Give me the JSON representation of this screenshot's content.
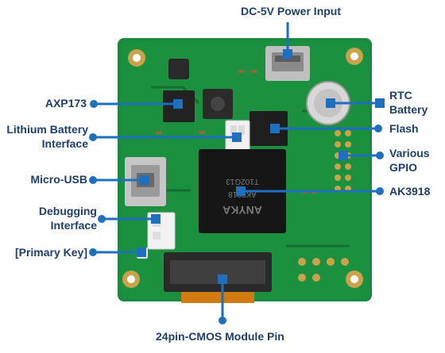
{
  "title": "",
  "labels": {
    "dc_power": "DC-5V Power Input",
    "axp173": "AXP173",
    "lithium_line1": "Lithium Battery",
    "lithium_line2": "Interface",
    "micro_usb": "Micro-USB",
    "debug_line1": "Debugging",
    "debug_line2": "Interface",
    "primary_key": "[Primary Key]",
    "rtc_line1": "RTC",
    "rtc_line2": "Battery",
    "flash": "Flash",
    "gpio_line1": "Various",
    "gpio_line2": "GPIO",
    "ak3918": "AK3918",
    "cmos_pin": "24pin-CMOS Module Pin"
  },
  "chip_marking": {
    "brand": "ANYKA",
    "part": "AK3918",
    "code": "T102G13"
  },
  "colors": {
    "label_text": "#1d3f6e",
    "leader_line": "#1f6fbf",
    "pcb": "#1a8a3c",
    "pcb_dark": "#14702f",
    "pad_gold": "#c9a24a"
  }
}
